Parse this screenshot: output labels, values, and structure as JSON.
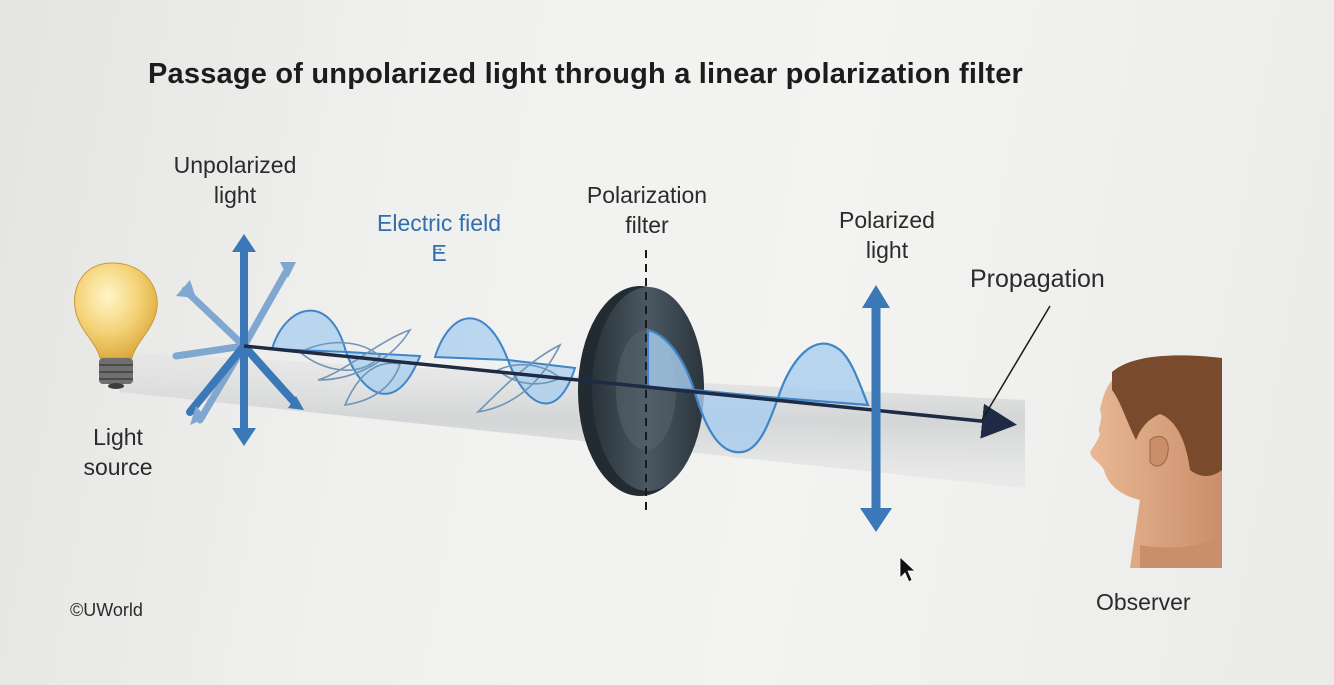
{
  "title": "Passage of unpolarized light through a linear polarization filter",
  "labels": {
    "unpolarized_line1": "Unpolarized",
    "unpolarized_line2": "light",
    "electric_field": "Electric field",
    "e_symbol": "E",
    "filter_line1": "Polarization",
    "filter_line2": "filter",
    "polarized_line1": "Polarized",
    "polarized_line2": "light",
    "propagation": "Propagation",
    "source_line1": "Light",
    "source_line2": "source",
    "observer": "Observer"
  },
  "copyright": "©UWorld",
  "colors": {
    "wave_blue": "#3f86c8",
    "wave_fill": "#a7cdef",
    "arrow_dark": "#1f2a44",
    "filter_dark": "#3b4750",
    "bulb": "#f2cc6a"
  }
}
